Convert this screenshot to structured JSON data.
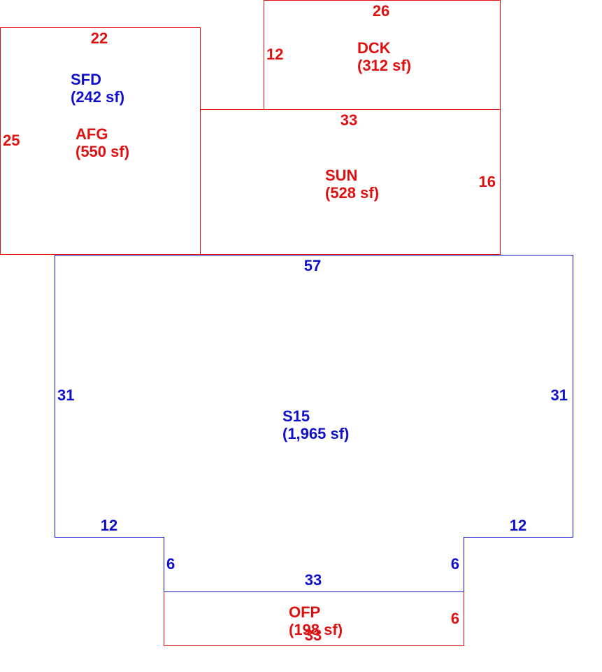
{
  "colors": {
    "red": "#e01010",
    "blue": "#1010cc"
  },
  "areas": {
    "afg": {
      "code": "AFG",
      "area": "(550 sf)",
      "color": "red"
    },
    "sfd": {
      "code": "SFD",
      "area": "(242 sf)",
      "color": "blue"
    },
    "dck": {
      "code": "DCK",
      "area": "(312 sf)",
      "color": "red"
    },
    "sun": {
      "code": "SUN",
      "area": "(528 sf)",
      "color": "red"
    },
    "s15": {
      "code": "S15",
      "area": "(1,965 sf)",
      "color": "blue"
    },
    "ofp": {
      "code": "OFP",
      "area": "(198 sf)",
      "color": "red"
    }
  },
  "dimensions": {
    "afg_top": "22",
    "afg_left": "25",
    "dck_top": "26",
    "dck_left": "12",
    "sun_top": "33",
    "sun_right": "16",
    "s15_top": "57",
    "s15_left": "31",
    "s15_right": "31",
    "s15_step_left": "12",
    "s15_step_right": "12",
    "s15_notch_left": "6",
    "s15_notch_right": "6",
    "s15_bottom": "33",
    "ofp_right": "6",
    "ofp_bottom": "33"
  }
}
